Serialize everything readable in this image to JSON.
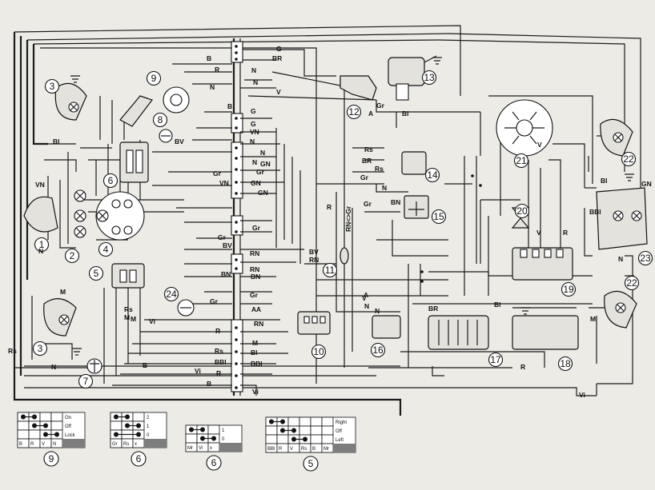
{
  "wire_codes": {
    "left_column": [
      "Bl",
      "VN",
      "N",
      "M",
      "Rs",
      "M",
      "N"
    ],
    "harness_top": [
      "B",
      "R",
      "N",
      "G",
      "BR",
      "N",
      "N",
      "V"
    ],
    "center_switch": [
      "B",
      "G",
      "G",
      "VN",
      "N",
      "BV",
      "N",
      "N",
      "Gr",
      "Gr",
      "VN",
      "GN",
      "GN",
      "GN"
    ],
    "lower_switch": [
      "Gr",
      "Gr",
      "BV",
      "RN",
      "BN",
      "RN",
      "BN",
      "Gr",
      "Gr",
      "A",
      "R",
      "RN",
      "M",
      "Rs",
      "Bl",
      "BBl",
      "BBl",
      "R",
      "Vi",
      "B",
      "Vi",
      "Rs",
      "M",
      "Vi",
      "B"
    ],
    "right_side": [
      "Rs",
      "BR",
      "Rs",
      "Gr",
      "N",
      "BN",
      "Gr",
      "R",
      "BV",
      "RN",
      "V",
      "N",
      "N",
      "BR",
      "Bl",
      "M",
      "Bl",
      "GN",
      "BBl",
      "N",
      "V",
      "V",
      "R",
      "Vi",
      "R",
      "Bl",
      "Gr",
      "A"
    ]
  },
  "components": [
    {
      "id": "1"
    },
    {
      "id": "2"
    },
    {
      "id": "3"
    },
    {
      "id": "3"
    },
    {
      "id": "4"
    },
    {
      "id": "5"
    },
    {
      "id": "6"
    },
    {
      "id": "7"
    },
    {
      "id": "8"
    },
    {
      "id": "9"
    },
    {
      "id": "10"
    },
    {
      "id": "11"
    },
    {
      "id": "12"
    },
    {
      "id": "13"
    },
    {
      "id": "14"
    },
    {
      "id": "15"
    },
    {
      "id": "16"
    },
    {
      "id": "17"
    },
    {
      "id": "18"
    },
    {
      "id": "19"
    },
    {
      "id": "20"
    },
    {
      "id": "21"
    },
    {
      "id": "22"
    },
    {
      "id": "22"
    },
    {
      "id": "23"
    },
    {
      "id": "24"
    }
  ],
  "legend_tables": [
    {
      "component": "9",
      "states": [
        "On",
        "Off",
        "Lock"
      ],
      "wires": [
        "B",
        "R",
        "V",
        "N"
      ]
    },
    {
      "component": "6",
      "states": [
        "2",
        "1",
        "0"
      ],
      "wires": [
        "Gr",
        "Rs",
        "x"
      ]
    },
    {
      "component": "6",
      "states": [
        "1",
        "0"
      ],
      "wires": [
        "Mr",
        "Vi",
        "x"
      ]
    },
    {
      "component": "5",
      "states": [
        "Right",
        "Off",
        "Left"
      ],
      "wires": [
        "BBl",
        "R",
        "V",
        "Rs",
        "B",
        "Mr"
      ]
    }
  ],
  "inline_text": {
    "fuse_a": "A",
    "fuse_a2": "A",
    "conn_rn_gr": "RN<>Gr"
  }
}
